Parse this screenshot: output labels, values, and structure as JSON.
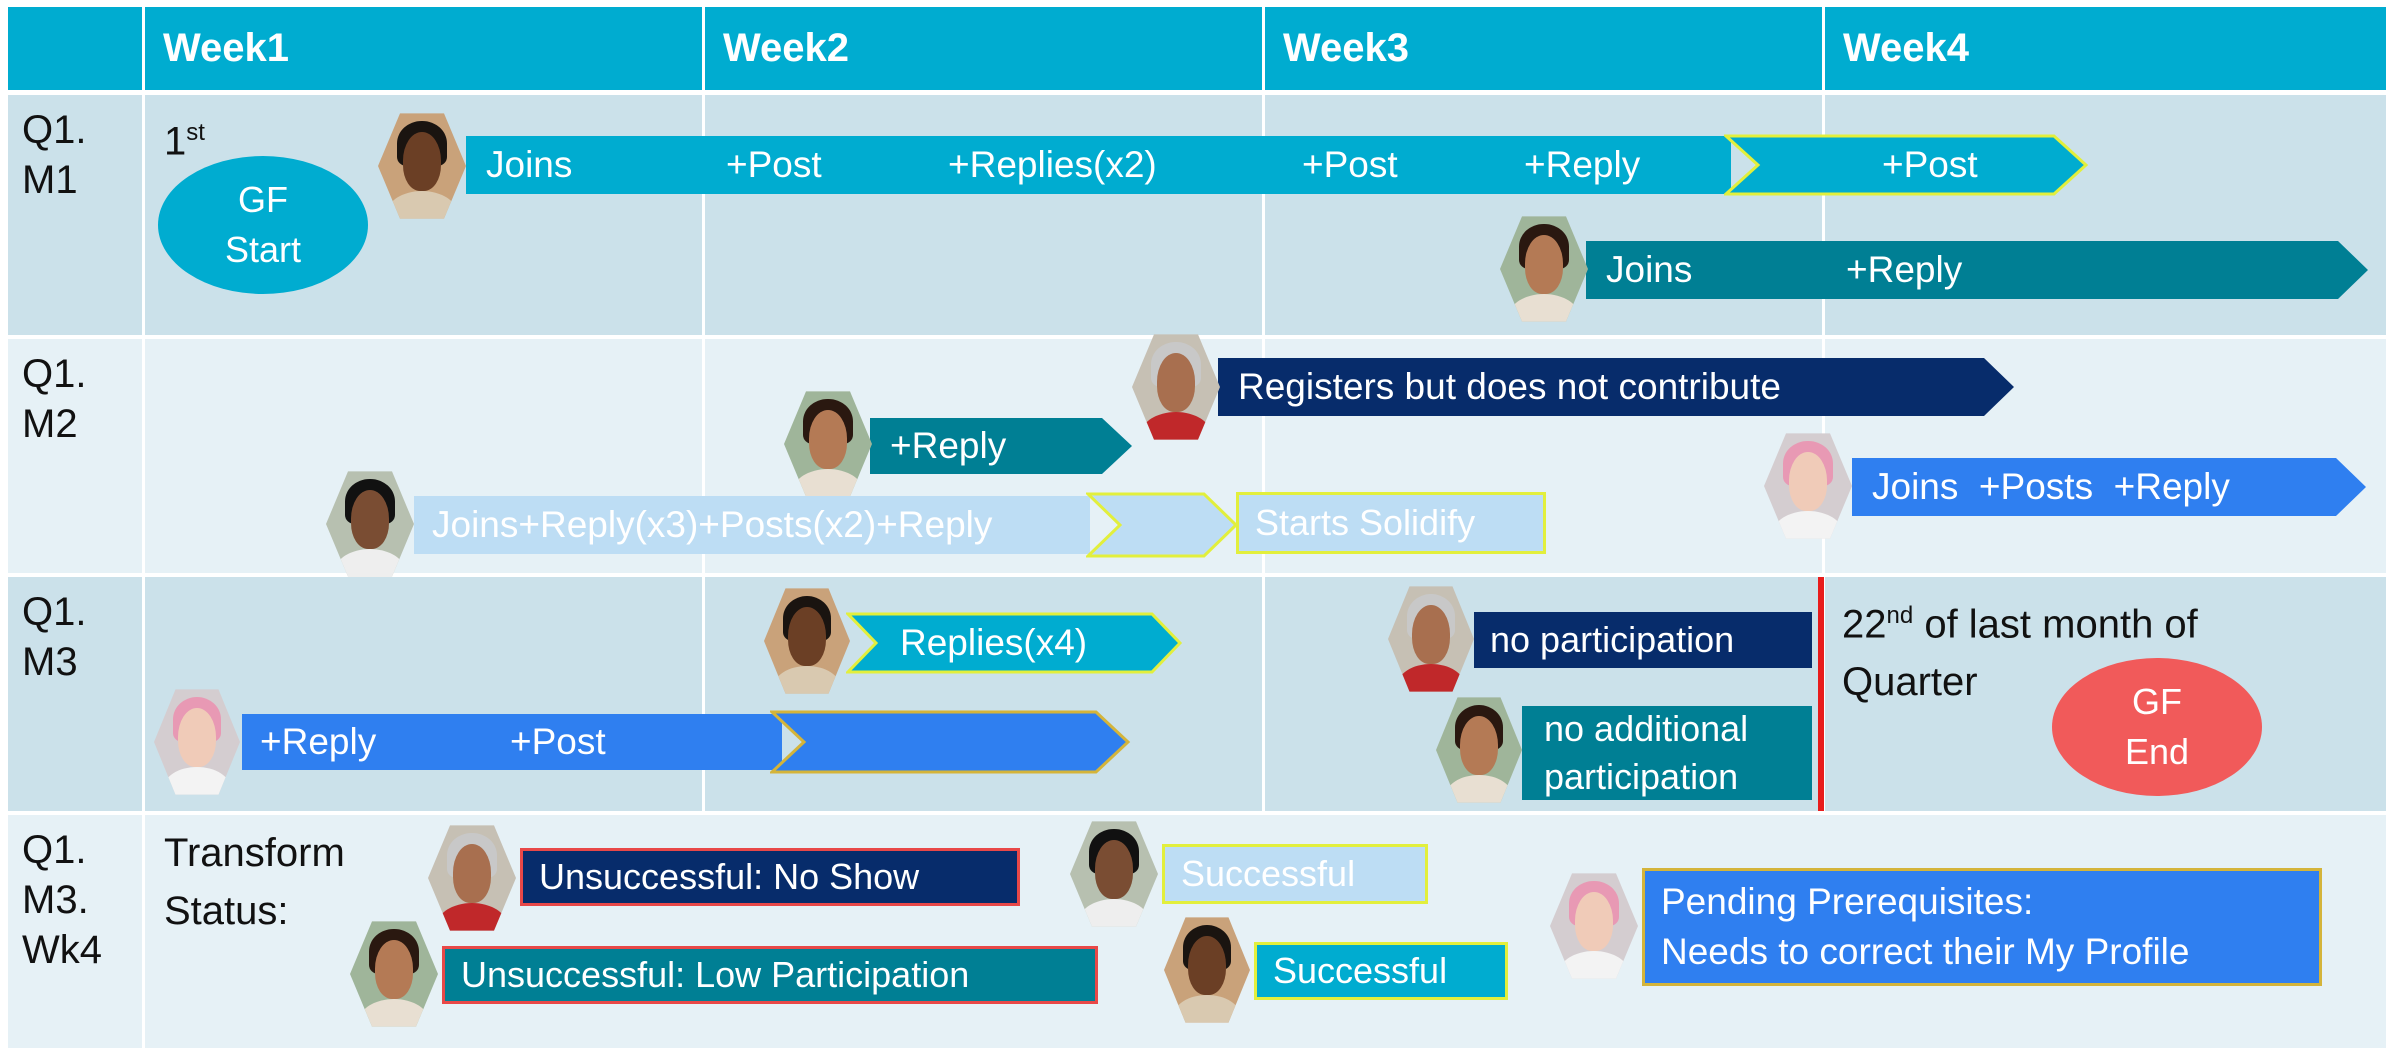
{
  "header": {
    "weeks": [
      "Week1",
      "Week2",
      "Week3",
      "Week4"
    ]
  },
  "rows": {
    "r1": {
      "line1": "Q1.",
      "line2": "M1"
    },
    "r2": {
      "line1": "Q1.",
      "line2": "M2"
    },
    "r3": {
      "line1": "Q1.",
      "line2": "M3"
    },
    "r4": {
      "line1": "Q1.",
      "line2": "M3.",
      "line3": "Wk4"
    }
  },
  "start": {
    "day": "1",
    "day_sup": "st",
    "oval_line1": "GF",
    "oval_line2": "Start"
  },
  "m1": {
    "a1_labels": [
      "Joins",
      "+Post",
      "+Replies(x2)",
      "+Post",
      "+Reply"
    ],
    "a1_tail": "+Post",
    "a2_labels": [
      "Joins",
      "+Reply"
    ]
  },
  "m2": {
    "a1": "Registers but does not contribute",
    "a2": "+Reply",
    "a3": "Joins+Reply(x3)+Posts(x2)+Reply",
    "a3_solidify": "Starts Solidify",
    "a4": "Joins  +Posts  +Reply"
  },
  "m3": {
    "a1": "Replies(x4)",
    "a2_labels": [
      "+Reply",
      "+Post"
    ],
    "no_participation": "no participation",
    "no_additional_1": "no additional",
    "no_additional_2": "participation",
    "end_day": "22",
    "end_sup": "nd",
    "end_text_1": " of last month of",
    "end_text_2": "Quarter",
    "end_oval_1": "GF",
    "end_oval_2": "End"
  },
  "wk4": {
    "transform_1": "Transform",
    "transform_2": "Status:",
    "s1": "Unsuccessful: No Show",
    "s2": "Unsuccessful: Low Participation",
    "s3": "Successful",
    "s4": "Successful",
    "s5_1": "Pending Prerequisites:",
    "s5_2": "Needs to correct their My Profile"
  },
  "colors": {
    "header": "#00acd0",
    "row_dark": "#cbe1ea",
    "row_light": "#e6f1f6",
    "teal": "#00acd0",
    "dark_teal": "#007f94",
    "navy": "#072c6b",
    "light_blue": "#bdddf4",
    "bright_blue": "#2f7ff0",
    "red": "#f15a5a",
    "yellow_outline": "#e2ef3c",
    "red_line": "#e81c1c"
  }
}
